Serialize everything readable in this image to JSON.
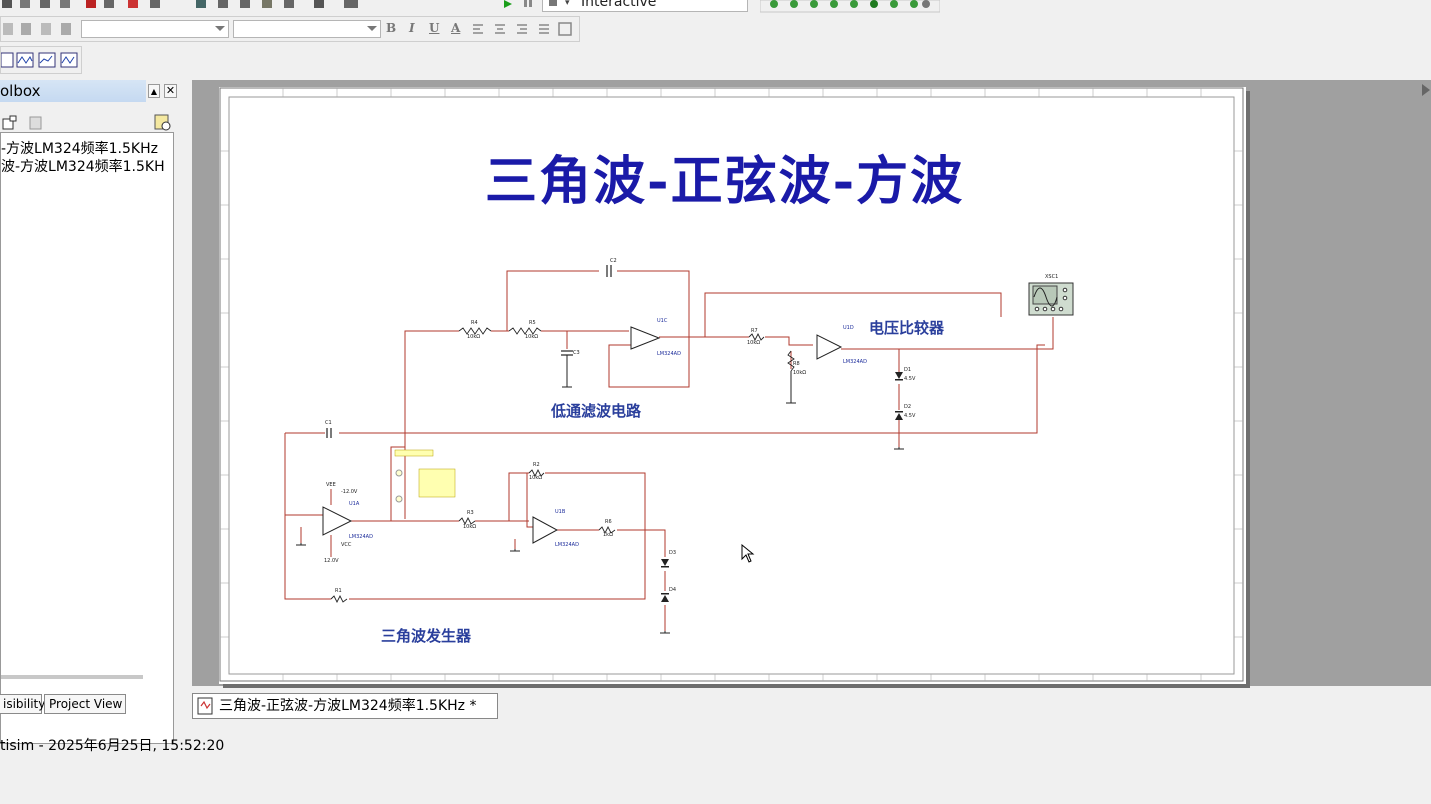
{
  "toolbar": {
    "run_mode": "Interactive"
  },
  "panel": {
    "title": "olbox",
    "tree_items": [
      "-方波LM324频率1.5KHz",
      "波-方波LM324频率1.5KH"
    ],
    "tabs": [
      "isibility",
      "Project View"
    ]
  },
  "schematic": {
    "title": "三角波-正弦波-方波",
    "sections": {
      "lowpass": "低通滤波电路",
      "comparator": "电压比较器",
      "triangle": "三角波发生器"
    },
    "components": {
      "C2": "C2",
      "R4": "R4",
      "R4_val": "10kΩ",
      "R5": "R5",
      "R5_val": "10kΩ",
      "C3": "C3",
      "U1C": "U1C",
      "U1C_part": "LM324AD",
      "R7": "R7",
      "R7_val": "10kΩ",
      "U1D": "U1D",
      "U1D_part": "LM324AD",
      "R8": "R8",
      "R8_val": "10kΩ",
      "D1": "D1",
      "D1_val": "4.5V",
      "D2": "D2",
      "D2_val": "4.5V",
      "XSC1": "XSC1",
      "C1": "C1",
      "VEE": "VEE",
      "VEE_val": "-12.0V",
      "U1A": "U1A",
      "U1A_part": "LM324AD",
      "VCC": "VCC",
      "VCC_val": "12.0V",
      "R2": "R2",
      "R2_val": "10kΩ",
      "R3": "R3",
      "R3_val": "10kΩ",
      "U1B": "U1B",
      "U1B_part": "LM324AD",
      "R6": "R6",
      "R6_val": "1kΩ",
      "D3": "D3",
      "D4": "D4",
      "R1": "R1"
    }
  },
  "document_tab": "三角波-正弦波-方波LM324频率1.5KHz *",
  "status": "tisim  -  2025年6月25日, 15:52:20",
  "colors": {
    "title_blue": "#1a1aa8",
    "wire": "#b03a2e",
    "section_label": "#2a3f9c"
  }
}
